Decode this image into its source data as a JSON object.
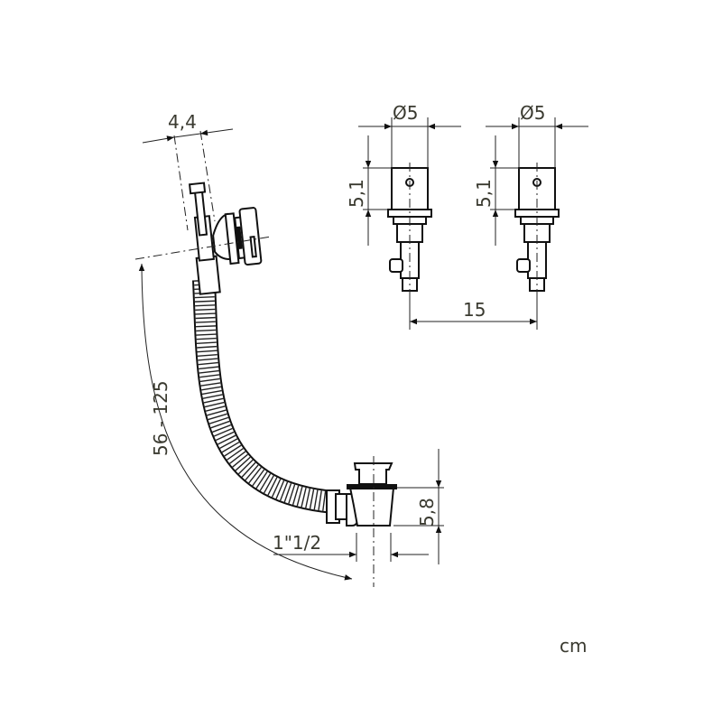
{
  "diagram": {
    "overflow_width_label": "4,4",
    "cable_length_label": "56 - 125",
    "waste_height_label": "5,8",
    "waste_thread_label": "1\"1/2",
    "left_fitting": {
      "diameter_label": "Ø5",
      "height_label": "5,1"
    },
    "right_fitting": {
      "diameter_label": "Ø5",
      "height_label": "5,1"
    },
    "fitting_spacing_label": "15",
    "unit_label": "cm"
  }
}
